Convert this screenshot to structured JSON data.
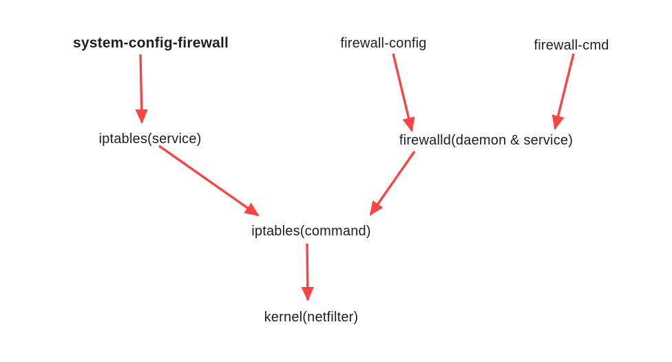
{
  "diagram": {
    "background_color": "#ffffff",
    "arrow_color": "#f94444",
    "text_color": "#1e1e1e",
    "nodes": [
      {
        "id": "system-config-firewall",
        "label": "system-config-firewall",
        "bold": true
      },
      {
        "id": "firewall-config",
        "label": "firewall-config",
        "bold": false
      },
      {
        "id": "firewall-cmd",
        "label": "firewall-cmd",
        "bold": false
      },
      {
        "id": "iptables-service",
        "label": "iptables(service)",
        "bold": false
      },
      {
        "id": "firewalld-daemon-service",
        "label": "firewalld(daemon & service)",
        "bold": false
      },
      {
        "id": "iptables-command",
        "label": "iptables(command)",
        "bold": false
      },
      {
        "id": "kernel-netfilter",
        "label": "kernel(netfilter)",
        "bold": false
      }
    ],
    "edges": [
      {
        "from": "system-config-firewall",
        "to": "iptables-service"
      },
      {
        "from": "firewall-config",
        "to": "firewalld-daemon-service"
      },
      {
        "from": "firewall-cmd",
        "to": "firewalld-daemon-service"
      },
      {
        "from": "iptables-service",
        "to": "iptables-command"
      },
      {
        "from": "firewalld-daemon-service",
        "to": "iptables-command"
      },
      {
        "from": "iptables-command",
        "to": "kernel-netfilter"
      }
    ]
  }
}
